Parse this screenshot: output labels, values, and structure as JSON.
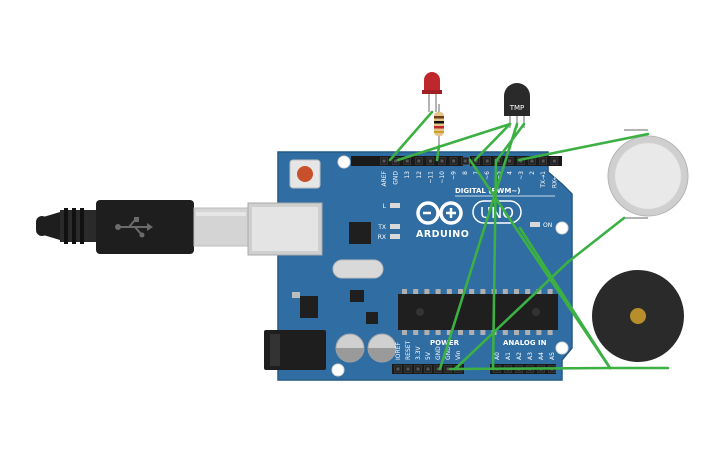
{
  "board": {
    "brand_label": "ARDUINO",
    "model_label": "UNO",
    "digital_header_label": "DIGITAL (PWM~)",
    "power_label": "POWER",
    "analog_label": "ANALOG IN",
    "led_l_label": "L",
    "led_tx_label": "TX",
    "led_rx_label": "RX",
    "led_on_label": "ON",
    "digital_pins_left": [
      "AREF",
      "GND",
      "13",
      "12",
      "~11",
      "~10",
      "~9",
      "8"
    ],
    "digital_pins_right": [
      "7",
      "~6",
      "~5",
      "4",
      "~3",
      "2",
      "TX→1",
      "RX←0"
    ],
    "power_pins": [
      "IOREF",
      "RESET",
      "3.3V",
      "5V",
      "GND",
      "GND",
      "Vin"
    ],
    "analog_pins": [
      "A0",
      "A1",
      "A2",
      "A3",
      "A4",
      "A5"
    ]
  },
  "components": {
    "temp_sensor_label": "TMP"
  },
  "colors": {
    "board": "#2f6da3",
    "board_dark": "#255a88",
    "wire": "#3cb043",
    "led": "#c0272d",
    "usb_cable": "#1e1e1e"
  },
  "icons": {
    "usb": "usb-trident-icon",
    "logo": "arduino-infinity-logo"
  }
}
